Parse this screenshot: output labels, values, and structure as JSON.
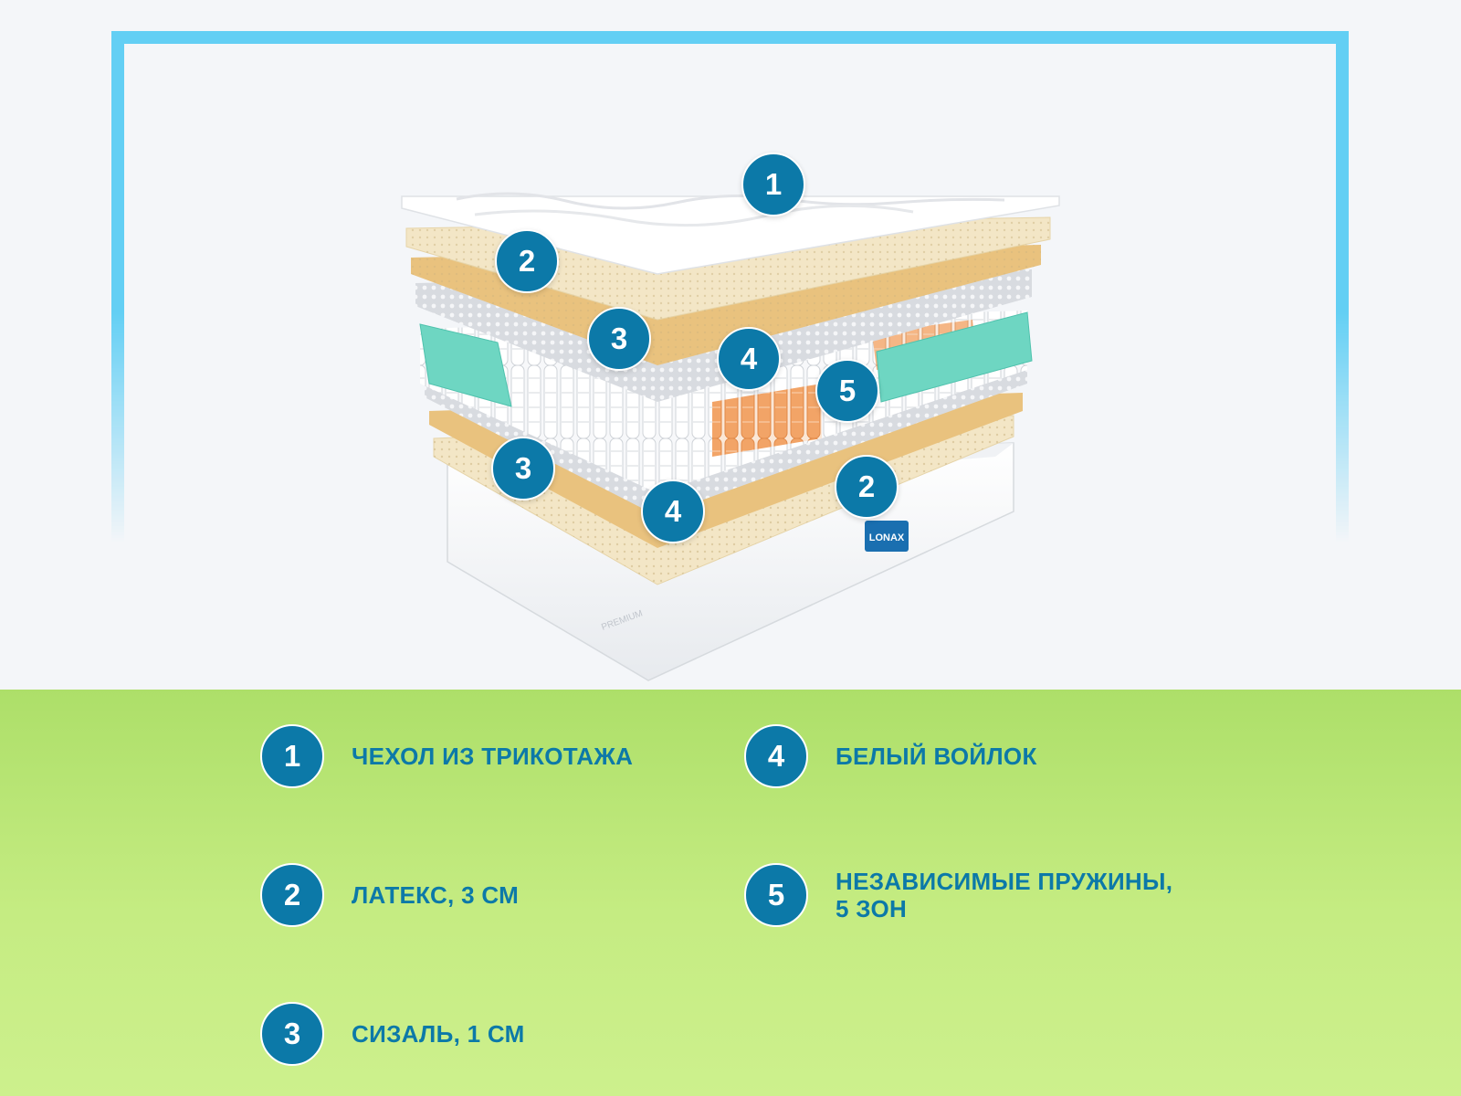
{
  "colors": {
    "accent": "#0c79a8",
    "frame": "#63cff4",
    "bottom_panel": "#c5ec82",
    "latex": "#f3e6c6",
    "sisal": "#e9c27e",
    "foam": "#6ed6c2",
    "spring_orange": "#f2a467"
  },
  "illustration": {
    "brand": "LONAX",
    "side_print": "PREMIUM",
    "markers": [
      {
        "number": "1"
      },
      {
        "number": "2"
      },
      {
        "number": "3"
      },
      {
        "number": "4"
      },
      {
        "number": "5"
      },
      {
        "number": "3"
      },
      {
        "number": "4"
      },
      {
        "number": "2"
      }
    ]
  },
  "legend": [
    {
      "number": "1",
      "label": "ЧЕХОЛ ИЗ ТРИКОТАЖА"
    },
    {
      "number": "2",
      "label": "ЛАТЕКС, 3 СМ"
    },
    {
      "number": "3",
      "label": "СИЗАЛЬ, 1 СМ"
    },
    {
      "number": "4",
      "label": "БЕЛЫЙ ВОЙЛОК"
    },
    {
      "number": "5",
      "label_line1": "НЕЗАВИСИМЫЕ ПРУЖИНЫ,",
      "label_line2": "5 ЗОН"
    }
  ]
}
